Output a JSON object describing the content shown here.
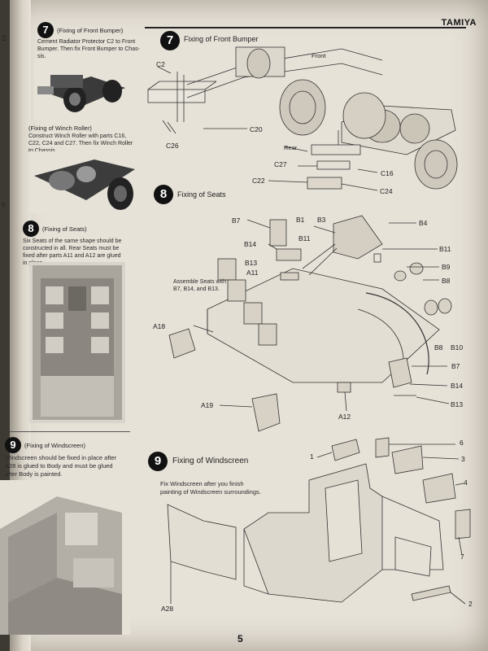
{
  "header": {
    "brand": "TAMIYA",
    "page_number": "5"
  },
  "margin_marks": {
    "top": "2",
    "left": "s"
  },
  "left_column": {
    "step7": {
      "number": "7",
      "heading": "(Fixing of Front Bumper)",
      "text": [
        "Cement Radiator Protector C2 to Front",
        "Bumper. Then fix Front Bumper to Chas-",
        "sis."
      ]
    },
    "winch": {
      "heading": "(Fixing of Winch Roller)",
      "text": [
        "Construct Winch Roller with parts C16,",
        "C22, C24 and C27. Then fix Winch Roller",
        "to Chassis."
      ]
    },
    "step8": {
      "number": "8",
      "heading": "(Fixing of Seats)",
      "text": [
        "Six Seats of the same shape should be",
        "constructed in all.  Rear Seats must be",
        "fixed after parts A11 and A12 are glued",
        "in place."
      ]
    },
    "step9": {
      "number": "9",
      "heading": "(Fixing of Windscreen)",
      "text": [
        "Windscreen should be fixed in place after",
        "A28 is glued to Body and must be glued",
        "after Body is painted."
      ]
    }
  },
  "main": {
    "step7": {
      "number": "7",
      "title": "Fixing of Front Bumper",
      "labels": {
        "c2": "C2",
        "c26": "C26",
        "c20": "C20",
        "front": "Front",
        "rear": "Rear",
        "c27": "C27",
        "c16": "C16",
        "c22": "C22",
        "c24": "C24"
      }
    },
    "step8": {
      "number": "8",
      "title": "Fixing of Seats",
      "note": [
        "Assemble Seats with",
        "B7, B14, and B13."
      ],
      "labels": {
        "b7": "B7",
        "b1": "B1",
        "b3": "B3",
        "b4": "B4",
        "b14": "B14",
        "b11a": "B11",
        "b11b": "B11",
        "b13": "B13",
        "a11": "A11",
        "b9": "B9",
        "b8a": "B8",
        "a18": "A18",
        "b8b": "B8",
        "b10": "B10",
        "b7b": "B7",
        "b14b": "B14",
        "a19": "A19",
        "a12": "A12",
        "b13b": "B13"
      }
    },
    "step9": {
      "number": "9",
      "title": "Fixing of Windscreen",
      "note": [
        "Fix Windscreen after you finish",
        "painting of Windscreen surroundings."
      ],
      "labels": {
        "p1": "1",
        "p6": "6",
        "p3": "3",
        "p4": "4",
        "p7": "7",
        "p2": "2",
        "a28": "A28"
      }
    }
  }
}
